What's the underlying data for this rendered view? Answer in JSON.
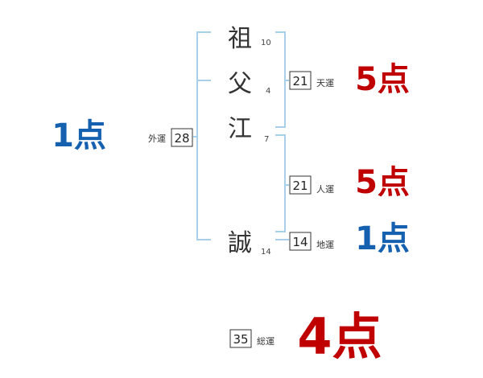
{
  "name_chars": [
    {
      "char": "祖",
      "strokes": "10"
    },
    {
      "char": "父",
      "strokes": "4"
    },
    {
      "char": "江",
      "strokes": "7"
    },
    {
      "char": "誠",
      "strokes": "14"
    }
  ],
  "fortunes": {
    "gaiun": {
      "label": "外運",
      "value": "28",
      "score": "1点"
    },
    "tenun": {
      "label": "天運",
      "value": "21",
      "score": "5点"
    },
    "jinun": {
      "label": "人運",
      "value": "21",
      "score": "5点"
    },
    "chiun": {
      "label": "地運",
      "value": "14",
      "score": "1点"
    },
    "souun": {
      "label": "総運",
      "value": "35",
      "score": "4点"
    }
  },
  "colors": {
    "score_high": "#c00000",
    "score_low": "#1660b0",
    "bracket": "#a9d0ea",
    "text": "#333333"
  }
}
